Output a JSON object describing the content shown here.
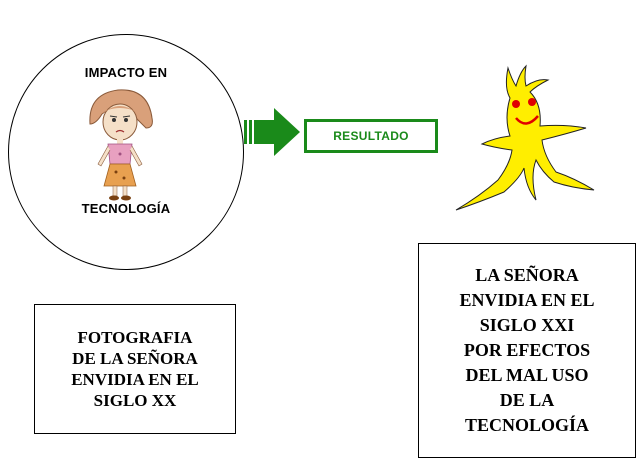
{
  "left_circle": {
    "title": "IMPACTO EN",
    "bottom_text": "TECNOLOGÍA"
  },
  "result_label": "RESULTADO",
  "caption_left": {
    "lines": [
      "FOTOGRAFIA",
      "DE LA SEÑORA",
      "ENVIDIA EN EL",
      "SIGLO XX"
    ]
  },
  "caption_right": {
    "lines": [
      "LA SEÑORA",
      "ENVIDIA EN EL",
      "SIGLO XXI",
      "POR EFECTOS",
      "DEL MAL USO",
      "DE LA",
      "TECNOLOGÍA"
    ]
  },
  "colors": {
    "arrow_green": "#1a8a1a",
    "creature_yellow": "#ffee00",
    "creature_eye_red": "#e00000",
    "girl_hair": "#d9a07a",
    "girl_dress": "#e8a0c0",
    "girl_skirt": "#e8a050"
  },
  "icons": {
    "girl": "girl-drawing-icon",
    "creature": "yellow-creature-icon",
    "arrow": "right-arrow-icon"
  }
}
